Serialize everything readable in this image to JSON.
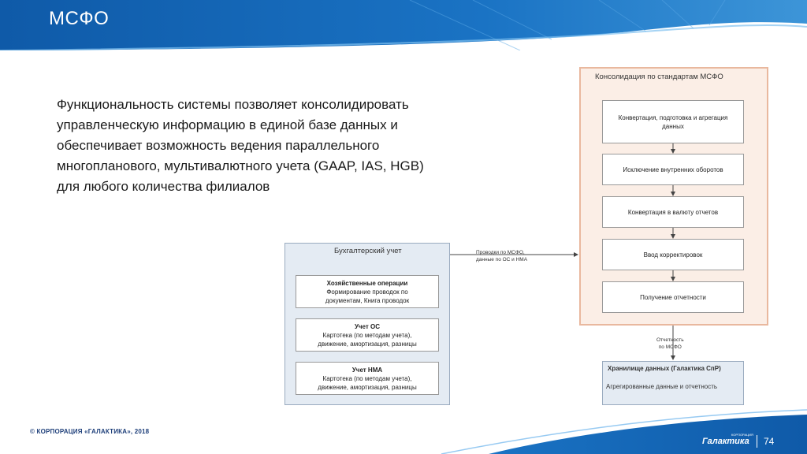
{
  "header": {
    "title": "МСФО"
  },
  "description": {
    "lines": [
      "Функциональность системы позволяет консолидировать",
      "управленческую информацию в единой базе данных и",
      "обеспечивает возможность ведения параллельного",
      "многопланового, мультивалютного учета (GAAP, IAS, HGB)",
      "для любого количества филиалов"
    ]
  },
  "consolidation": {
    "title": "Консолидация по стандартам МСФО",
    "steps": [
      [
        "Конвертация, подготовка и агрегация",
        "данных"
      ],
      [
        "Исключение внутренних оборотов"
      ],
      [
        "Конвертация в валюту отчетов"
      ],
      [
        "Ввод корректировок"
      ],
      [
        "Получение отчетности"
      ]
    ]
  },
  "accounting": {
    "title": "Бухгалтерский учет",
    "items": [
      {
        "heading": "Хозяйственные операции",
        "lines": [
          "Формирование проводок по",
          "документам, Книга проводок"
        ]
      },
      {
        "heading": "Учет ОС",
        "lines": [
          "Картотека (по методам учета),",
          "движение, амортизация, разницы"
        ]
      },
      {
        "heading": "Учет НМА",
        "lines": [
          "Картотека (по методам учета),",
          "движение, амортизация, разницы"
        ]
      }
    ]
  },
  "arrows": {
    "postings": [
      "Проводки по МСФО,",
      "данные по ОС и НМА"
    ],
    "report": [
      "Отчетность",
      "по МСФО"
    ]
  },
  "storage": {
    "heading": "Хранилище данных (Галактика СпР)",
    "text": "Агрегированные данные и отчетность"
  },
  "footer": {
    "copyright": "© КОРПОРАЦИЯ «ГАЛАКТИКА», 2018",
    "logo": "Галактика",
    "logo_sub": "КОРПОРАЦИЯ",
    "page": "74"
  },
  "colors": {
    "header_blue": "#1565b5",
    "consolidation_fill": "#fbeee6",
    "consolidation_border": "#e9b89e",
    "accounting_fill": "#e4ebf3",
    "footer_text": "#1e3f7a"
  }
}
